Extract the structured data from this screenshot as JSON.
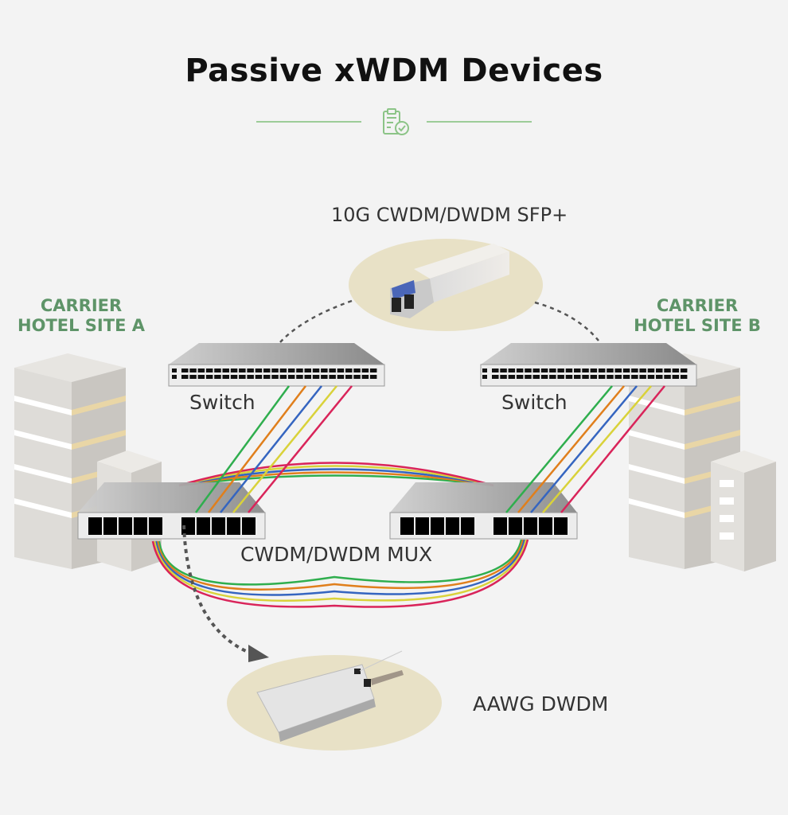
{
  "header": {
    "title": "Passive xWDM Devices",
    "divider_icon": "clipboard-check-icon"
  },
  "labels": {
    "sfp": "10G CWDM/DWDM SFP+",
    "site_a_line1": "CARRIER",
    "site_a_line2": "HOTEL SITE A",
    "site_b_line1": "CARRIER",
    "site_b_line2": "HOTEL SITE B",
    "switch_left": "Switch",
    "switch_right": "Switch",
    "mux": "CWDM/DWDM MUX",
    "aawg": "AAWG DWDM"
  },
  "colors": {
    "accent_green": "#5e9468",
    "divider_green": "#9ccc98",
    "fibers": [
      "#2fae4e",
      "#e07f1c",
      "#3565c0",
      "#d9d23a",
      "#d9245a"
    ],
    "halo": "#e8e1c6"
  }
}
